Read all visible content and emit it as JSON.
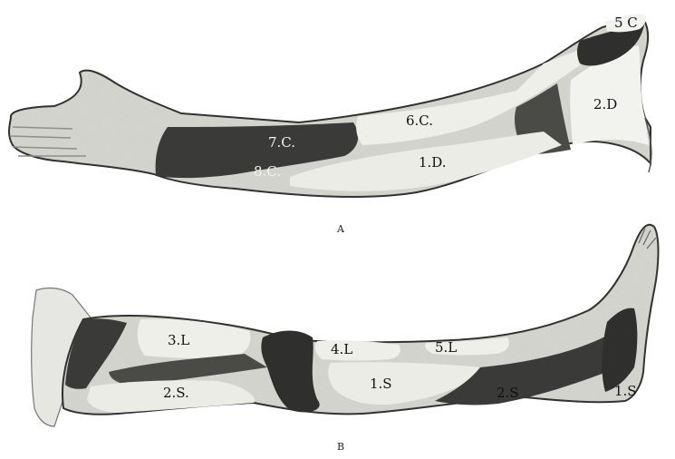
{
  "figure_a": {
    "caption": "A",
    "labels": {
      "c5": "5 C",
      "c6": "6.C.",
      "c7": "7.C.",
      "c8": "8.C.",
      "d1": "1.D.",
      "d2": "2.D"
    }
  },
  "figure_b": {
    "caption": "B",
    "labels": {
      "l3": "3.L",
      "l4": "4.L",
      "l5": "5.L",
      "s1": "1.S",
      "s2": "2.S.",
      "s2b": "2.S",
      "s1b": "1.S"
    }
  },
  "colors": {
    "skin": "#d9d9d3",
    "skin_shade": "#9a9a94",
    "band_dark": "#3a3a38",
    "light_zone": "#f0f0ec"
  }
}
